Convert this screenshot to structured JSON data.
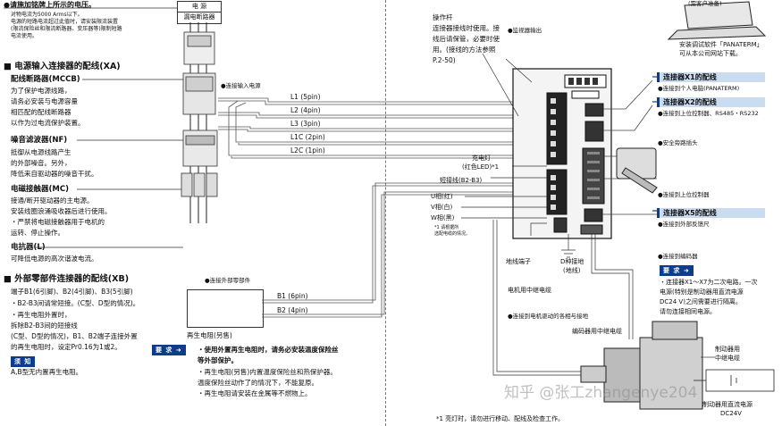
{
  "left": {
    "top_note": "●请施加铭牌上所示的电压。",
    "top_note_sub": [
      "对物电流为5000 Arms以下。",
      "电源的短路电流超过此值时，请安装限流装置",
      "(限流保险丝和限流断路器、变压器等)限制短路",
      "电流使用。"
    ],
    "power_box": [
      "电 源",
      "漏电断路器"
    ],
    "xa_title": "■ 电源输入连接器的配线(XA)",
    "mccb_title": "配线断路器(MCCB)",
    "mccb_text": [
      "为了保护电源线路，",
      "请务必安装与电源容量",
      "相匹配的配线断路器",
      "以作为过电流保护装置。"
    ],
    "nf_title": "噪音滤波器(NF)",
    "nf_text": [
      "抵御从电源线路产生",
      "的外部噪音。另外，",
      "降低来自驱动器的噪音干扰。"
    ],
    "mc_title": "电磁接触器(MC)",
    "mc_text": [
      "接通/断开驱动器的主电源。",
      "安装线圈浪涌吸收器后进行使用。",
      "・严禁将电磁接触器用于电机的",
      "  运转、停止操作。"
    ],
    "l_title": "电抗器(L)",
    "l_text": "可降低电源的高次谐波电流。",
    "xb_title": "■ 外部零部件连接器的配线(XB)",
    "xb_text": [
      "端子B1(6引脚)、B2(4引脚)、B3(5引脚)",
      "・B2-B3间请常短接。(C型、D型的情况)。",
      "・再生电阻外置时，",
      "  拆除B2-B3间的短接线",
      "  (C型、D型的情况)，B1、B2端子连接外置",
      "  的再生电阻时，设定Pr0.16为1或2。"
    ],
    "memo_badge": "须 知",
    "memo_text": "A,B型无内置再生电阻。",
    "input_connector": "●连接输入电源",
    "ext_parts": "●连接外部零部件",
    "wires": [
      "L1 (5pin)",
      "L2 (4pin)",
      "L3 (3pin)",
      "L1C (2pin)",
      "L2C (1pin)"
    ],
    "b_wires": [
      "B1 (6pin)",
      "B2 (4pin)"
    ],
    "regen_label": "再生电阻(另售)",
    "req_badge": "要 求",
    "req_lines": [
      "・使用外置再生电阻时，请务必安装温度保险丝",
      "  等外部保护。",
      "・再生电阻(另售)内置温度保险丝和热保护器。",
      "  温度保险丝动作了的情况下，不能复原。",
      "・再生电阻请安装在金属等不燃物上。"
    ]
  },
  "right": {
    "top_right": "(需客户准备)",
    "op_title": "操作杆",
    "op_text": [
      "连接器接线时使用。接",
      "线后请保管，必要时使",
      "用。(接线的方法参照",
      "P.2-50)"
    ],
    "monitor": "●监视器输出",
    "software": [
      "安装调试软件「PANATERM」",
      "可从本公司网站下载。"
    ],
    "x1_bar": "连接器X1的配线",
    "x1_text": "●连接到个人电脑(PANATERM)",
    "x2_bar": "连接器X2的配线",
    "x2_text": "●连接到上位控制器、RS485・RS232",
    "safety": "●安全旁路插头",
    "charge_lamp": [
      "充电灯",
      "(红色LED)*1"
    ],
    "short_bar": "短接线(B2-B3)",
    "uvw": [
      "U相(红)",
      "V相(白)",
      "W相(黑)"
    ],
    "uvw_note": [
      "*1 请根据所",
      "选配电缆的情况。"
    ],
    "upper_ctrl": "●连接到上位控制器",
    "x5_bar": "连接器X5的配线",
    "x5_text": "●连接到外部反馈尺",
    "encoder_conn": "●连接到编码器",
    "ground_terminal": "地线端子",
    "d_ground": [
      "D种接地",
      "(地线)"
    ],
    "req_badge2": "要 求",
    "req2": [
      "・连接器X1～X7为二次电路。一次",
      "  电源(特别是制动器用直流电源",
      "  DC24 V)之间需要进行隔离。",
      "  请勿连接相同电源。"
    ],
    "motor_relay": "电机用中继电缆",
    "motor_conn": "●连接到电机驱动的各相与接地",
    "encoder_relay": "编码器用中继电缆",
    "brake_relay": [
      "制动器用",
      "中继电缆"
    ],
    "brake_power": [
      "制动器用直流电源",
      "DC24V"
    ],
    "footnote": "*1  亮灯时，请勿进行移动、配线及检查工作。",
    "watermark": "知乎 @张工zhangenye204"
  }
}
